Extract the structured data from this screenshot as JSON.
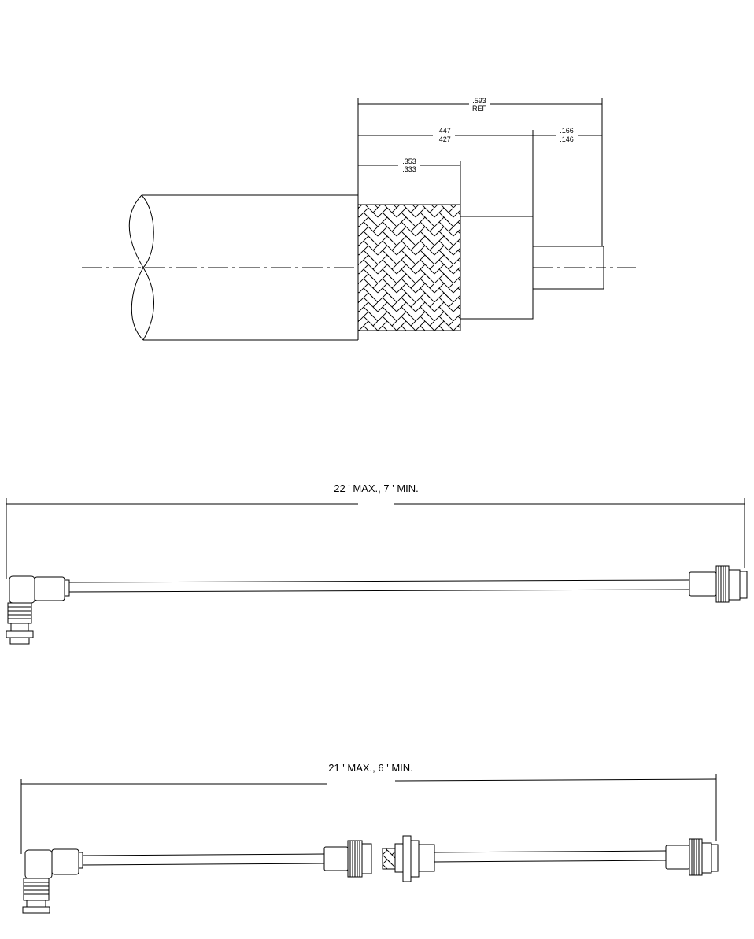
{
  "cable_end_detail": {
    "dim_overall": {
      "value": ".593",
      "note": "REF"
    },
    "dim_inner_conductor_to_jacket": {
      "max": ".447",
      "min": ".427"
    },
    "dim_center_pin": {
      "max": ".166",
      "min": ".146"
    },
    "dim_braid": {
      "max": ".353",
      "min": ".333"
    }
  },
  "cable_assembly_1": {
    "length_label": "22 ' MAX., 7 ' MIN."
  },
  "cable_assembly_2": {
    "length_label": "21 ' MAX., 6 ' MIN."
  },
  "colors": {
    "line": "#000000",
    "background": "#ffffff"
  }
}
